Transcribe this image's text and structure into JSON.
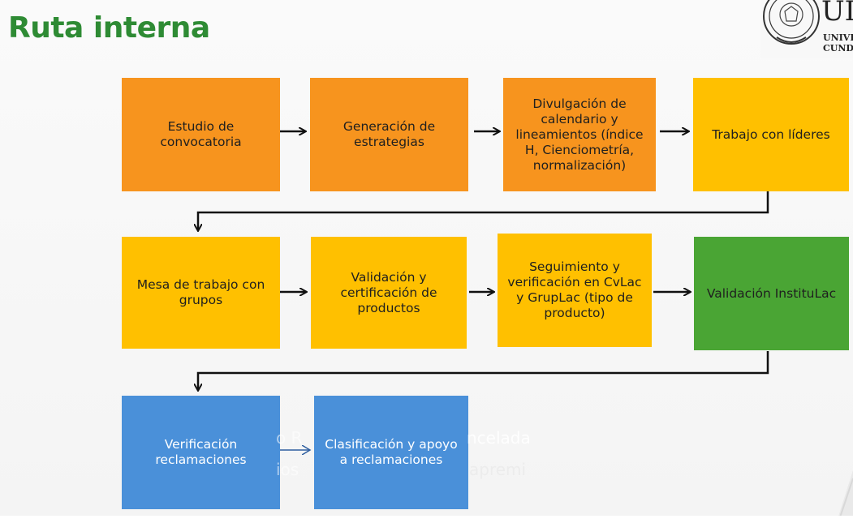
{
  "title": "Ruta interna",
  "colors": {
    "title_green": "#2e8b34",
    "orange": "#f7941e",
    "yellow": "#ffc000",
    "green": "#4aa534",
    "blue": "#4a90d9"
  },
  "logo": {
    "big_text": "UI",
    "line1": "UNIVE",
    "line2": "CUNDI"
  },
  "steps": [
    {
      "label": "Estudio de\nconvocatoria"
    },
    {
      "label": "Generación de\nestrategias"
    },
    {
      "label": "Divulgación de\ncalendario y\nlineamientos (índice\nH, Cienciometría,\nnormalización)"
    },
    {
      "label": "Trabajo con líderes"
    },
    {
      "label": "Mesa de trabajo con\ngrupos"
    },
    {
      "label": "Validación y\ncertificación de\nproductos"
    },
    {
      "label": "Seguimiento y\nverificación en CvLac\ny GrupLac (tipo de\nproducto)"
    },
    {
      "label": "Validación InstituLac"
    },
    {
      "label": "Verificación\nreclamaciones"
    },
    {
      "label": "Clasificación y apoyo\na reclamaciones"
    }
  ],
  "watermark": {
    "line1": "o R",
    "line2": "ncelada",
    "line3": "ios",
    "line4": "apremi"
  }
}
